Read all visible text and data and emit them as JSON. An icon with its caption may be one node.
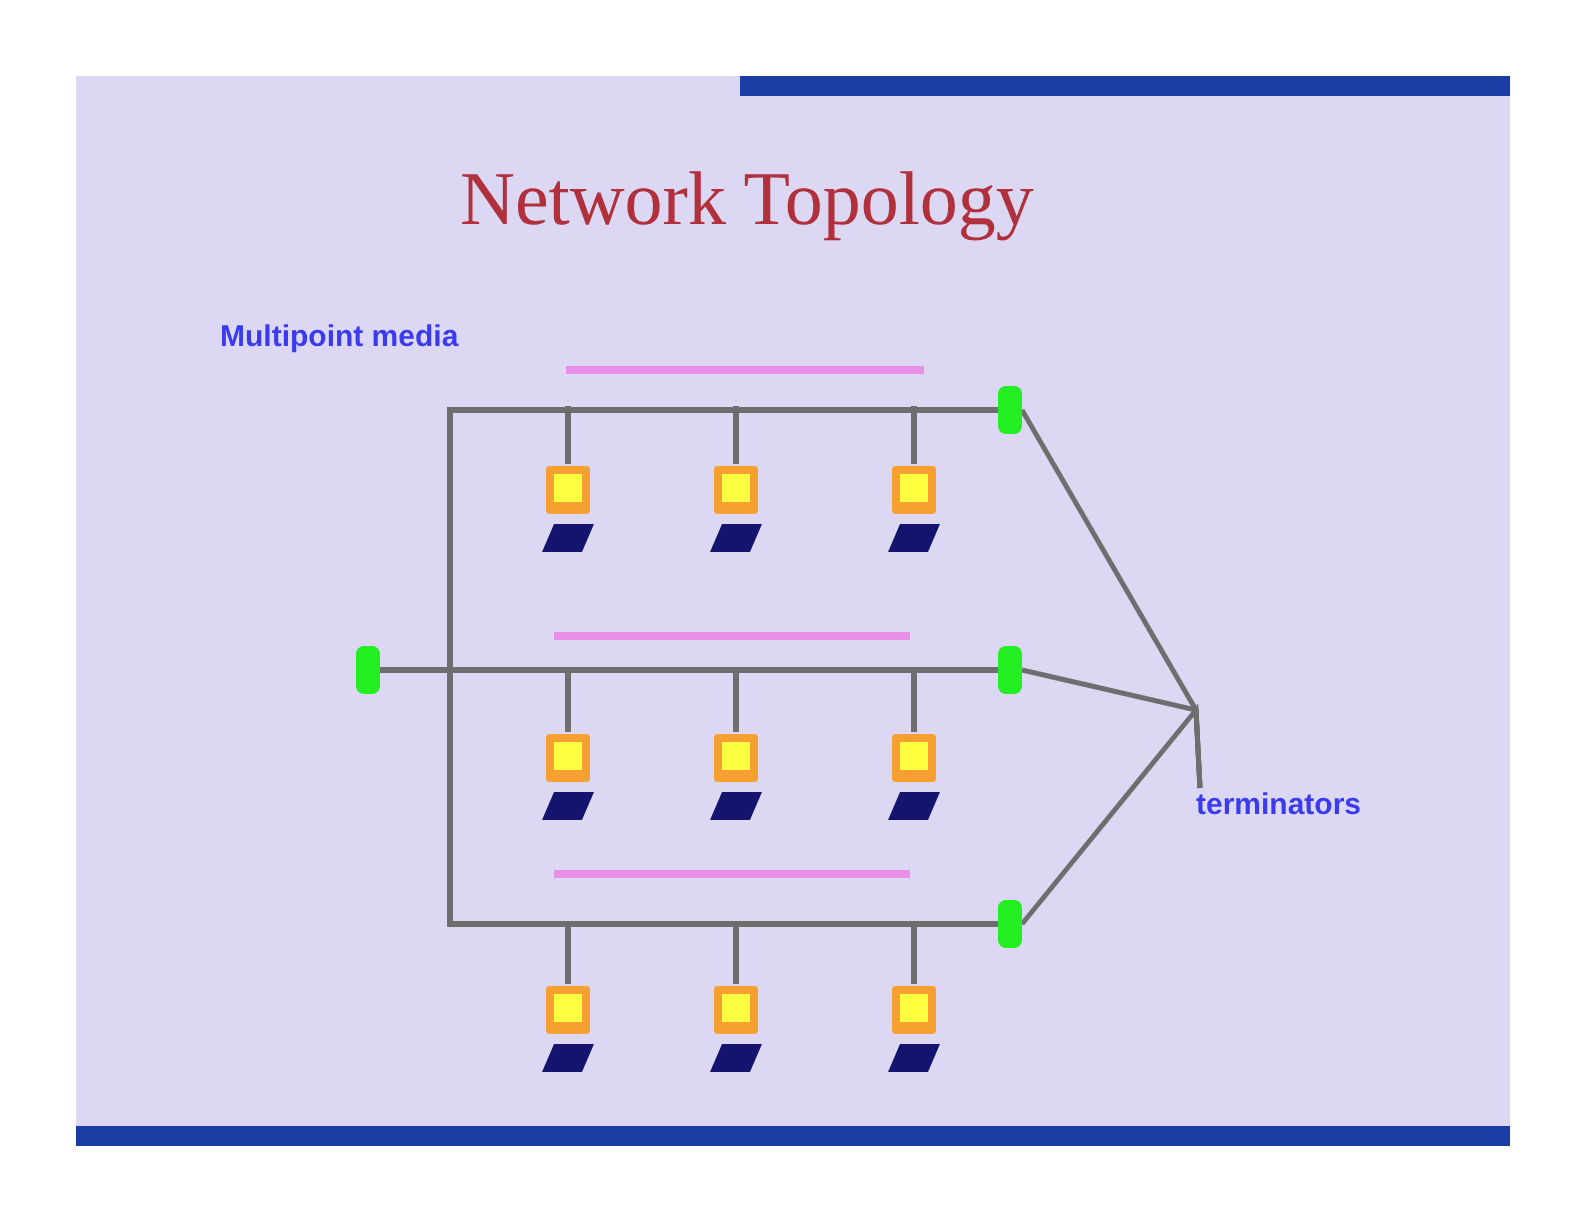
{
  "diagram": {
    "title": "Network Topology",
    "nodes": [
      {
        "text": [],
        "shape": "box"
      },
      {
        "text": [],
        "shape": "computer"
      },
      {
        "text": [],
        "shape": "computer"
      },
      {
        "text": [],
        "shape": "computer"
      },
      {
        "text": [],
        "shape": "box"
      },
      {
        "text": [],
        "shape": "box"
      },
      {
        "text": [],
        "shape": "computer"
      },
      {
        "text": [],
        "shape": "computer"
      },
      {
        "text": [],
        "shape": "computer"
      },
      {
        "text": [
          "terminators"
        ]
      },
      {
        "text": [],
        "shape": "box"
      },
      {
        "text": [],
        "shape": "computer"
      },
      {
        "text": [],
        "shape": "computer"
      },
      {
        "text": [],
        "shape": "computer"
      }
    ],
    "edges": [
      {
        "from": 4,
        "to": 0,
        "arrow": "none"
      },
      {
        "from": 4,
        "to": 5,
        "arrow": "none"
      },
      {
        "from": 4,
        "to": 10,
        "arrow": "none"
      },
      {
        "from": 1,
        "to": null,
        "arrow": "none"
      },
      {
        "from": 2,
        "to": null,
        "arrow": "none"
      },
      {
        "from": 3,
        "to": null,
        "arrow": "none"
      },
      {
        "from": 6,
        "to": null,
        "arrow": "none"
      },
      {
        "from": 7,
        "to": null,
        "arrow": "none"
      },
      {
        "from": 8,
        "to": null,
        "arrow": "none"
      },
      {
        "from": 11,
        "to": null,
        "arrow": "none"
      },
      {
        "from": 12,
        "to": null,
        "arrow": "none"
      },
      {
        "from": 13,
        "to": null,
        "arrow": "none"
      },
      {
        "from": 9,
        "to": 0,
        "arrow": "none"
      },
      {
        "from": 9,
        "to": 5,
        "arrow": "none"
      },
      {
        "from": 9,
        "to": 10,
        "arrow": "none"
      }
    ],
    "labels": [
      "Multipoint media"
    ]
  }
}
